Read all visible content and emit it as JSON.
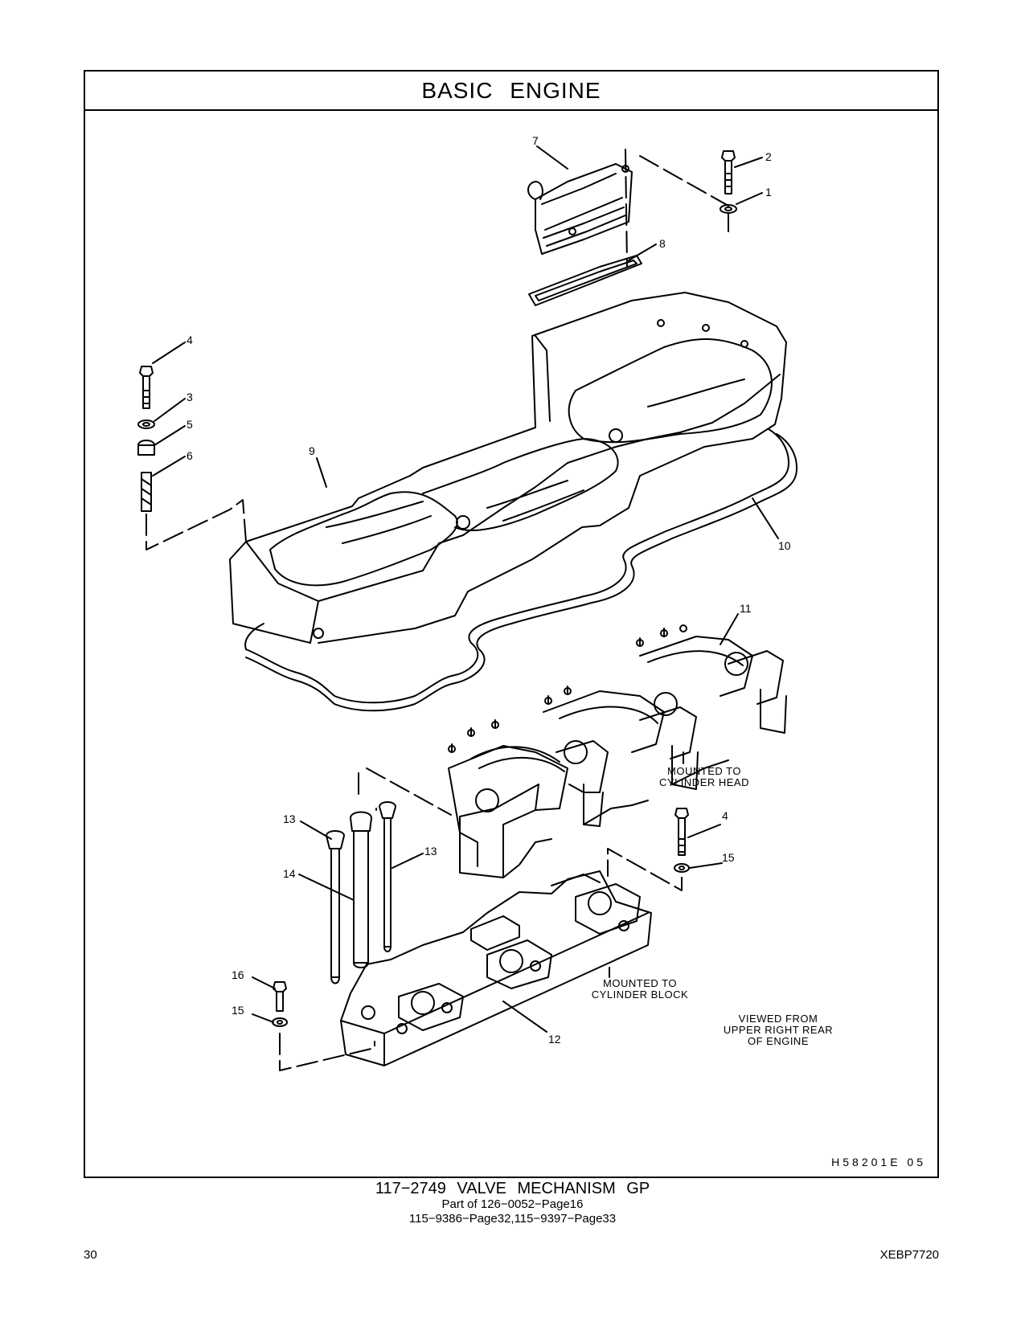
{
  "header": {
    "title": "BASIC   ENGINE"
  },
  "callouts": [
    {
      "id": "c7",
      "text": "7"
    },
    {
      "id": "c2",
      "text": "2"
    },
    {
      "id": "c1",
      "text": "1"
    },
    {
      "id": "c8",
      "text": "8"
    },
    {
      "id": "c4a",
      "text": "4"
    },
    {
      "id": "c3",
      "text": "3"
    },
    {
      "id": "c5",
      "text": "5"
    },
    {
      "id": "c6",
      "text": "6"
    },
    {
      "id": "c9",
      "text": "9"
    },
    {
      "id": "c10",
      "text": "10"
    },
    {
      "id": "c11",
      "text": "11"
    },
    {
      "id": "c13a",
      "text": "13"
    },
    {
      "id": "c13b",
      "text": "13"
    },
    {
      "id": "c14",
      "text": "14"
    },
    {
      "id": "c4b",
      "text": "4"
    },
    {
      "id": "c15a",
      "text": "15"
    },
    {
      "id": "c16",
      "text": "16"
    },
    {
      "id": "c15b",
      "text": "15"
    },
    {
      "id": "c12",
      "text": "12"
    }
  ],
  "notes": {
    "head": [
      "MOUNTED TO",
      "CYLINDER HEAD"
    ],
    "block": [
      "MOUNTED TO",
      "CYLINDER BLOCK"
    ],
    "view": [
      "VIEWED FROM",
      "UPPER RIGHT REAR",
      "OF ENGINE"
    ]
  },
  "figure_code": "H58201E   05",
  "caption": {
    "title": "117−2749   VALVE  MECHANISM  GP",
    "line1": "Part of 126−0052−Page16",
    "line2": "115−9386−Page32,115−9397−Page33"
  },
  "footer": {
    "page_number": "30",
    "doc_code": "XEBP7720"
  }
}
